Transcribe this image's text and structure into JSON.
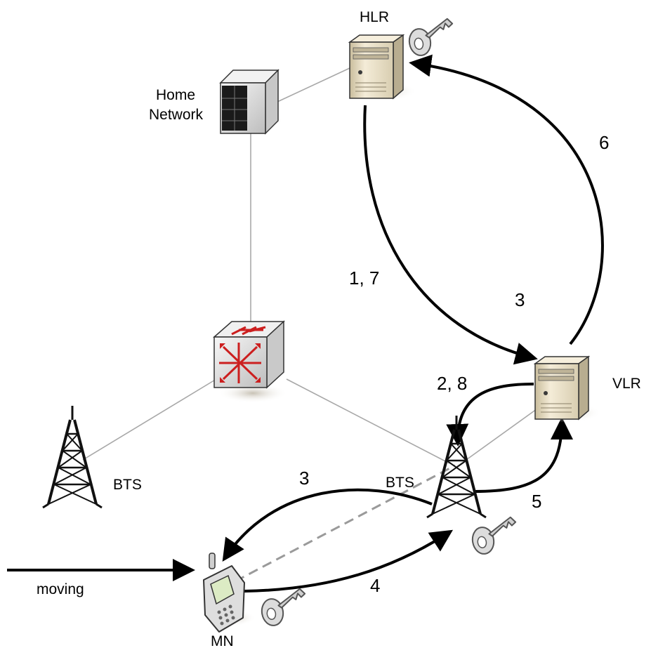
{
  "nodes": {
    "hlr": {
      "label": "HLR",
      "icon": "server-icon"
    },
    "home_network": {
      "label_line1": "Home",
      "label_line2": "Network",
      "icon": "network-rack-icon"
    },
    "switch": {
      "icon": "switch-icon"
    },
    "vlr": {
      "label": "VLR",
      "icon": "server-icon"
    },
    "bts_left": {
      "label": "BTS",
      "icon": "antenna-tower-icon"
    },
    "bts_right": {
      "label": "BTS",
      "icon": "antenna-tower-icon"
    },
    "mn": {
      "label": "MN",
      "icon": "mobile-phone-icon"
    }
  },
  "keys": [
    "key-icon",
    "key-icon",
    "key-icon"
  ],
  "moving_label": "moving",
  "steps": {
    "hlr_to_vlr": "1, 7",
    "vlr_step3": "3",
    "vlr_to_hlr": "6",
    "vlr_to_bts": "2, 8",
    "bts_to_mn": "3",
    "mn_to_bts": "4",
    "bts_to_vlr": "5"
  },
  "colors": {
    "line": "#a8a8a8",
    "flow": "#000000",
    "server_body": "#efe6cf",
    "switch_arrow": "#cc1f1f"
  }
}
